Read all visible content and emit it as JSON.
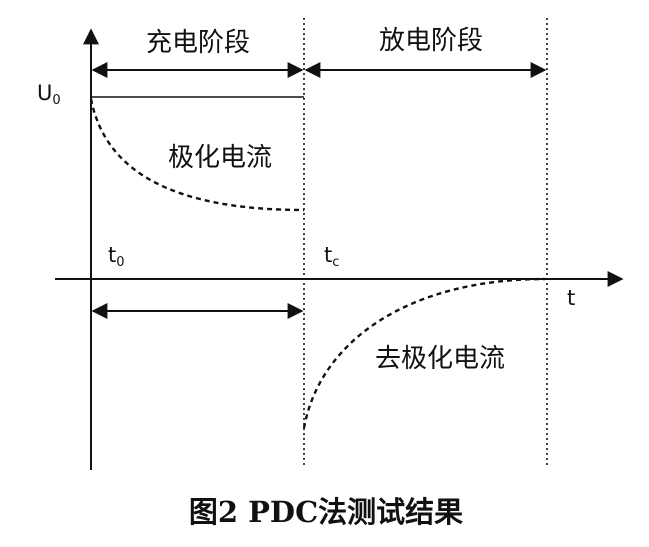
{
  "diagram": {
    "labels": {
      "charge_phase": "充电阶段",
      "discharge_phase": "放电阶段",
      "voltage": "U",
      "voltage_sub": "0",
      "polarization_current": "极化电流",
      "depolarization_current": "去极化电流",
      "t0": "t",
      "t0_sub": "0",
      "tc": "t",
      "tc_sub": "c",
      "time_axis": "t"
    },
    "caption": "图2 PDC法测试结果",
    "colors": {
      "line": "#111111",
      "background": "#ffffff"
    }
  }
}
